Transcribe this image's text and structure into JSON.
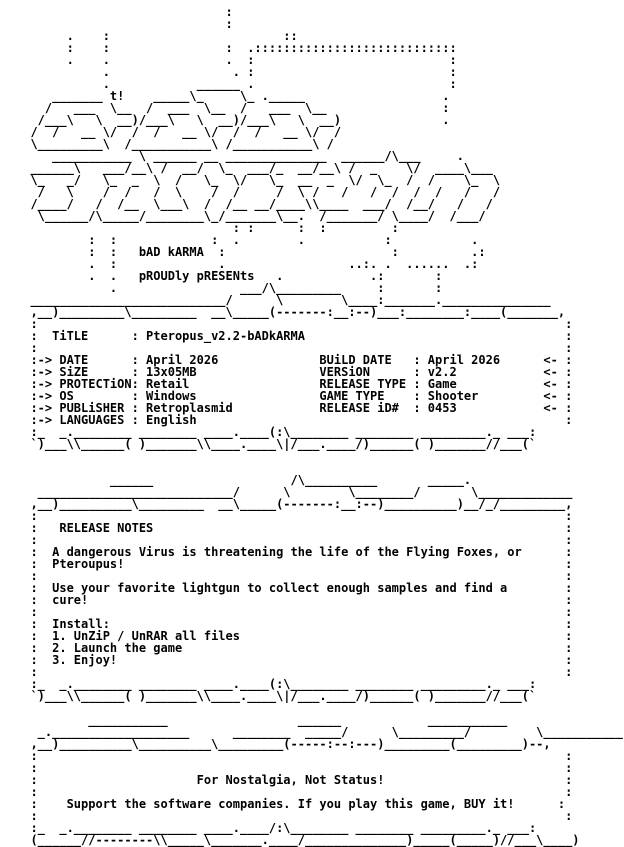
{
  "nfo": {
    "lines": [
      "                             :",
      "                             :",
      "       .    :                        ::",
      "       :    :                :  .::::::::::::::::::::::::::::",
      "       .    .                .  :                           :",
      "            .                 . :                           :",
      "            .            ______ .                           :",
      "     _______ t!    _____\\_     \\_ ._____                   .",
      "    /   ___  \\__  /  ___  \\__  /   ___  \\__                :",
      "   /___\\   \\  __)/___\\   \\  __)/___\\   \\  __)              .",
      "  /  /   __ \\/  /  /   __ \\/  /  /   __ \\/  /",
      "  \\_________\\  /___________\\ /___________\\ /",
      "     ___________ \\ ______ __ ______________  ______/\\___     .",
      "  ______\\   ___/__\\ /  __/  \\_  ___/_  __/__\\ /  _    \\/  ____\\___",
      "  \\_   _/   \\_  _  \\  /   \\_  \\/   \\_  __  _  \\/  \\_  /  /    \\_  \\",
      "   /   \\    /  /   /  \\    /  /     /  \\ /   /   /  /  /  /   /   /",
      "  /____/   /  /__  \\___\\  /  /__ __/____\\\\____  ___/  /__/   /   /",
      "   \\______/\\_____/________\\_/_______\\__.  /_______/ \\____/  /___/",
      "                              : :      :  :         :",
      "          :  :             :  .        .           :           .",
      "          :  :   bAD kARMA  :                       :          .:",
      "          .  :              .                 ..:. .  ......  .:",
      "          .  .   pROUDly pRESENts   .            .:       :",
      "             .                 ___/\\_________     :       :",
      "  ___________________________/      \\        \\____:_______._______________",
      "  ,__)_________\\_________  __\\_____(-------:__:--)___:________:____(_______,",
      "  :                                                                         :",
      "  :  TiTLE      : Pteropus_v2.2-bADkARMA                                    :",
      "  :                                                                         :",
      "  :-> DATE      : April 2026              BUiLD DATE   : April 2026      <- :",
      "  :-> SiZE      : 13x05MB                 VERSiON      : v2.2            <- :",
      "  :-> PROTECTiON: Retail                  RELEASE TYPE : Game            <- :",
      "  :-> OS        : Windows                 GAME TYPE    : Shooter         <- :",
      "  :-> PUBLiSHER : Retroplasmid            RELEASE iD#  : 0453            <- :",
      "  :-> LANGUAGES : English                                                   :",
      "  :_  _.________ ________ ____.____(:\\________ ________ _________._ ___:",
      "  `)___\\\\______( )_______\\\\____.____\\|/___.____/)______( )_______//___(`",
      "",
      "",
      "             ______                   /\\__________       _____.",
      "   ___________________________/      \\        \\________/       \\_____________",
      "  ,__)__________\\_________  __\\_____(-------:__:--)__________)__/_/_________,",
      "  :                                                                         :",
      "  :   RELEASE NOTES                                                         :",
      "  :                                                                         :",
      "  :  A dangerous Virus is threatening the life of the Flying Foxes, or      :",
      "  :  Pteroupus!                                                             :",
      "  :                                                                         :",
      "  :  Use your favorite lightgun to collect enough samples and find a        :",
      "  :  cure!                                                                  :",
      "  :                                                                         :",
      "  :  Install:                                                               :",
      "  :  1. UnZiP / UnRAR all files                                             :",
      "  :  2. Launch the game                                                     :",
      "  :  3. Enjoy!                                                              :",
      "  :                                                                         :",
      "  :_  _.________ ________ ____.____(:\\________ ________ _________._ ___:",
      "  `)___\\\\______( )_______\\\\____.____\\|/___.____/)______( )_______//___(`",
      "",
      "          ___________                  ______            ___________",
      "   _.___________________      ________  _____/      \\_________/         \\___________",
      "  ,__)__________\\__________\\_________(-----:--:---)_________(_________)--,",
      "  :                                                                         :",
      "  :                                                                         :",
      "  :                      For Nostalgia, Not Status!                         :",
      "  :                                                                         :",
      "  :    Support the software companies. If you play this game, BUY it!      :",
      "  :                                                                         :",
      "  :_  _.________ ________ ____.____/:\\________ ________ _________._ ___:",
      "  (______//--------\\\\_____\\_______.____/______________)_____(_____)//___\\____)"
    ]
  }
}
